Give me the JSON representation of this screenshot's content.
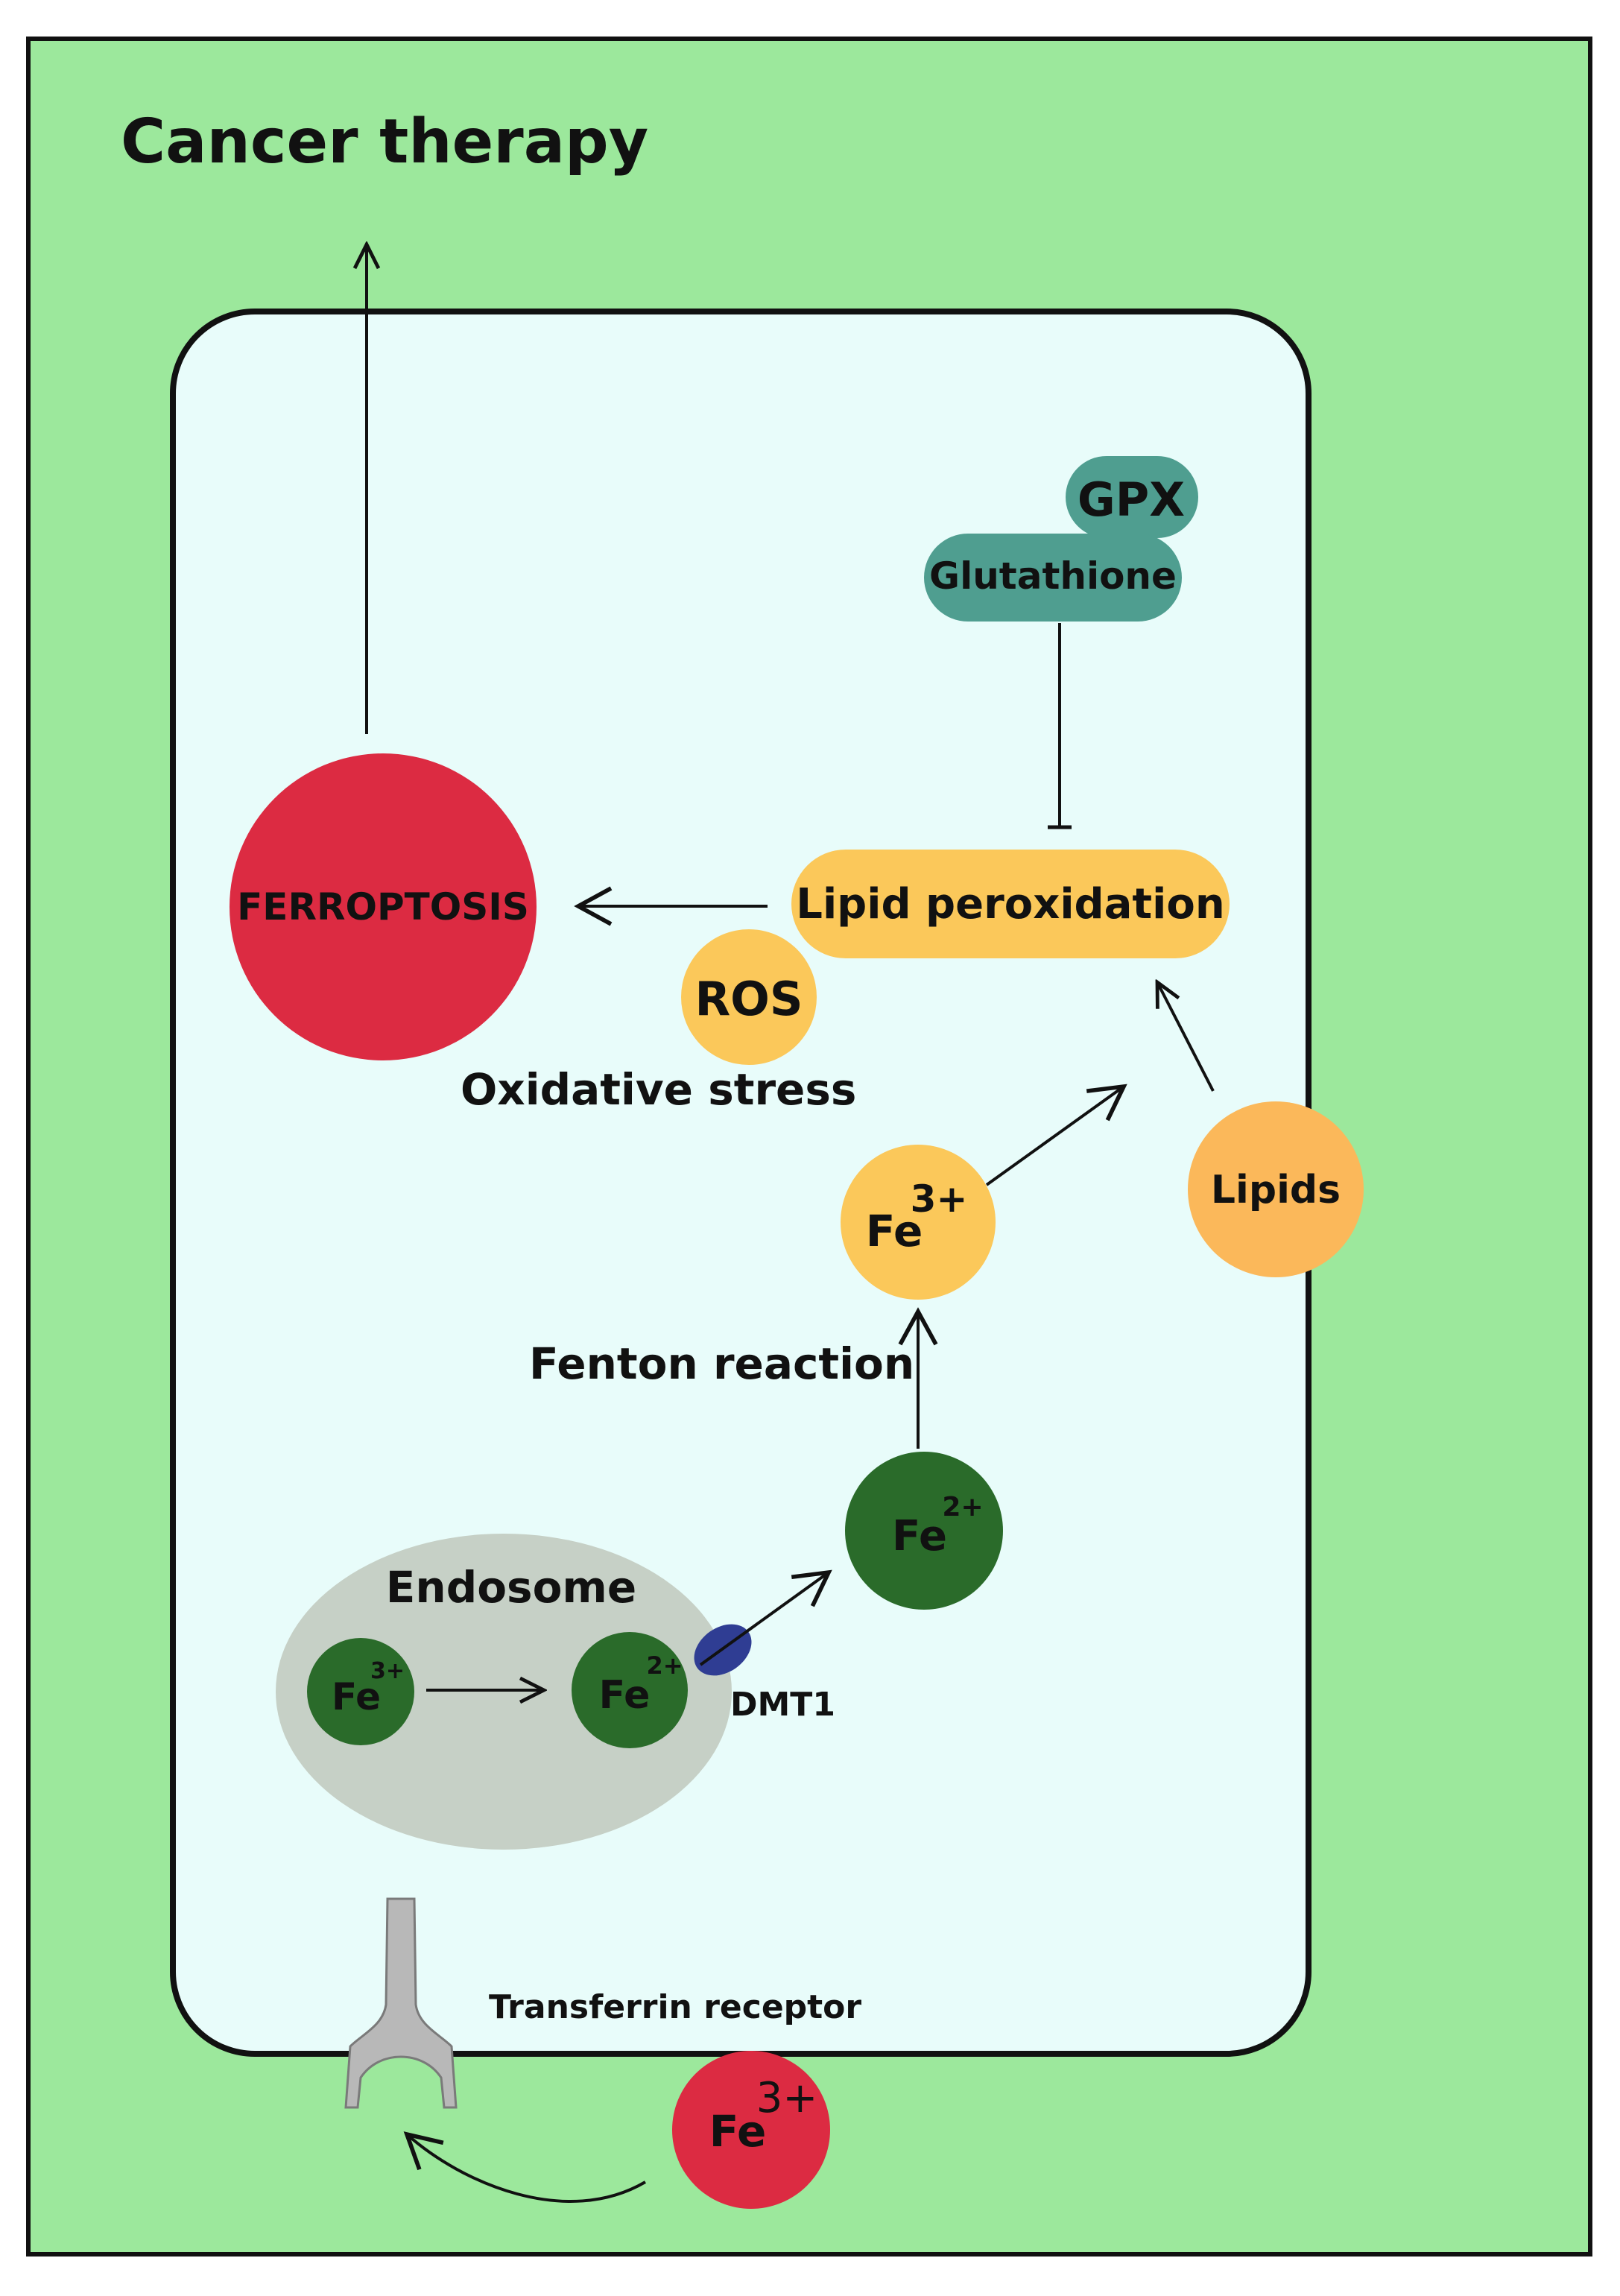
{
  "title": "Cancer therapy",
  "colors": {
    "background": "#9ce89c",
    "cell_fill": "#e8fcfa",
    "ferroptosis": "#dc2b42",
    "yellow": "#fbc85a",
    "lipids": "#fbb85a",
    "teal": "#4f9e90",
    "dark_green": "#2a6b2a",
    "endosome": "#c6d0c6",
    "dmt1": "#2f3d93",
    "receptor": "#b8b8b8",
    "fe3_extracellular": "#dc2b42"
  },
  "nodes": {
    "ferroptosis": "FERROPTOSIS",
    "gpx": "GPX",
    "glutathione": "Glutathione",
    "lipid_peroxidation": "Lipid peroxidation",
    "ros": "ROS",
    "oxidative_stress": "Oxidative stress",
    "lipids": "Lipids",
    "fenton_reaction": "Fenton reaction",
    "endosome": "Endosome",
    "dmt1": "DMT1",
    "transferrin_receptor": "Transferrin receptor",
    "fe": "Fe",
    "charge_3": "3+",
    "charge_2": "2+"
  }
}
